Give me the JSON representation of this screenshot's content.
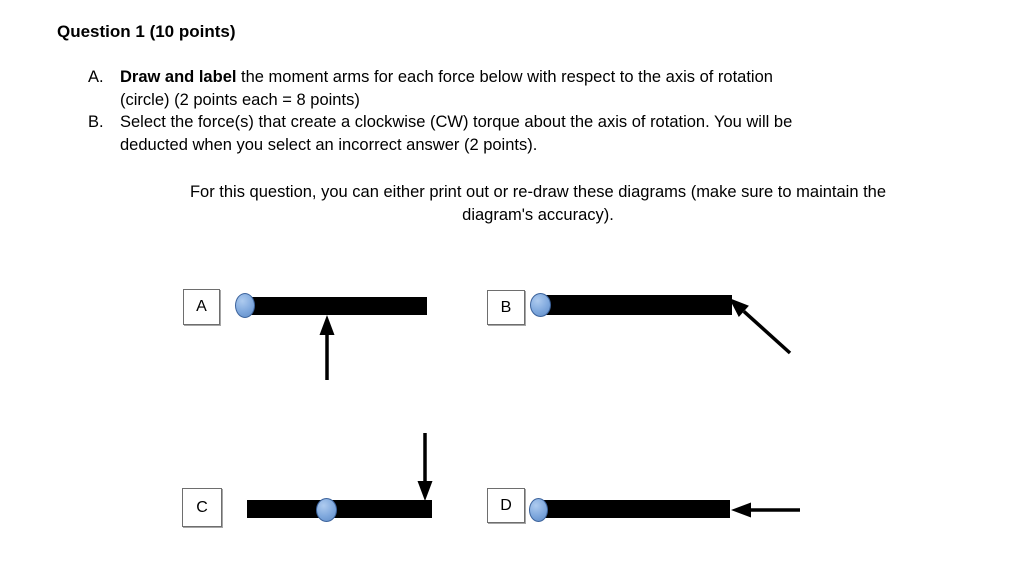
{
  "document": {
    "title": "Question 1 (10 points)",
    "items": [
      {
        "marker": "A.",
        "line1_bold": "Draw and label",
        "line1_rest": " the moment arms for each force below with respect to the axis of rotation",
        "line2": "(circle) (2 points each = 8 points)"
      },
      {
        "marker": "B.",
        "line1": "Select the force(s) that create a clockwise (CW) torque about the axis of rotation. You will be",
        "line2": "deducted when you select an incorrect answer (2 points)."
      }
    ],
    "note_line1": "For this question, you can either print out or re-draw these diagrams (make sure to maintain the",
    "note_line2": "diagram's accuracy)."
  },
  "diagrams": [
    {
      "label": "A",
      "pivot_position": "left end of beam",
      "force": "upward arrow near beam midpoint"
    },
    {
      "label": "B",
      "pivot_position": "left end of beam",
      "force": "diagonal arrow pointing up-left at right end"
    },
    {
      "label": "C",
      "pivot_position": "center of beam",
      "force": "downward arrow near right end"
    },
    {
      "label": "D",
      "pivot_position": "left end of beam",
      "force": "horizontal arrow pointing left at right end"
    }
  ],
  "colors": {
    "beam": "#000000",
    "arrow": "#000000",
    "pivot_fill": "#7FA8DD",
    "pivot_fill_light": "#AECBEF",
    "pivot_fill_dark": "#5F8CC7",
    "pivot_stroke": "#3C639C",
    "box_border": "#6E6E6E"
  }
}
